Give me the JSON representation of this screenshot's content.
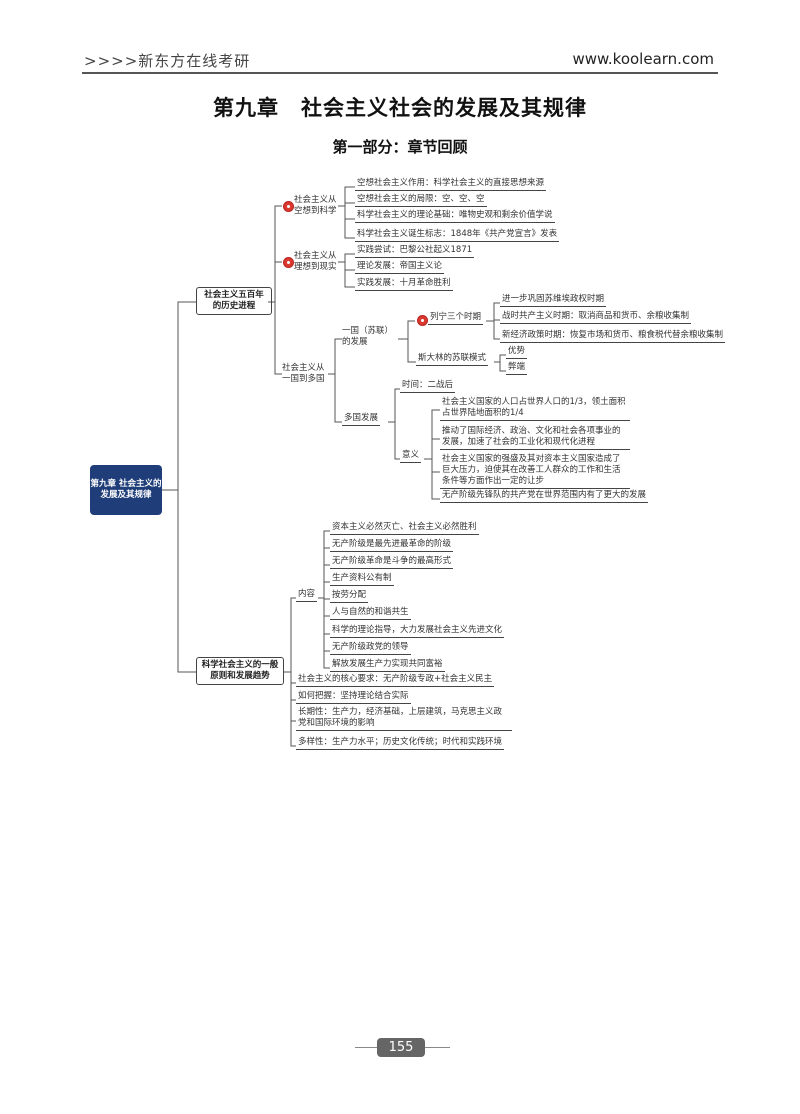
{
  "header": {
    "left": ">>>>新东方在线考研",
    "right": "www.koolearn.com"
  },
  "title": "第九章　社会主义社会的发展及其规律",
  "subtitle": "第一部分：章节回顾",
  "mindmap": {
    "root": "第九章 社会主义的发展及其规律",
    "b1": {
      "label": "社会主义五百年的历史进程",
      "k1": {
        "label": "社会主义从空想到科学",
        "items": [
          "空想社会主义作用：科学社会主义的直接思想来源",
          "空想社会主义的局限：空、空、空",
          "科学社会主义的理论基础：唯物史观和剩余价值学说",
          "科学社会主义诞生标志：1848年《共产党宣言》发表"
        ]
      },
      "k2": {
        "label": "社会主义从理想到现实",
        "items": [
          "实践尝试：巴黎公社起义1871",
          "理论发展：帝国主义论",
          "实践发展：十月革命胜利"
        ]
      },
      "k3": {
        "label": "社会主义从一国到多国",
        "one": {
          "label": "一国（苏联）的发展",
          "lenin": {
            "label": "列宁三个时期",
            "items": [
              "进一步巩固苏维埃政权时期",
              "战时共产主义时期：取消商品和货币、余粮收集制",
              "新经济政策时期：恢复市场和货币、粮食税代替余粮收集制"
            ]
          },
          "stalin": {
            "label": "斯大林的苏联模式",
            "items": [
              "优势",
              "弊端"
            ]
          }
        },
        "multi": {
          "label": "多国发展",
          "time": "时间：二战后",
          "sig": {
            "label": "意义",
            "items": [
              "社会主义国家的人口占世界人口的1/3，领土面积占世界陆地面积的1/4",
              "推动了国际经济、政治、文化和社会各项事业的发展，加速了社会的工业化和现代化进程",
              "社会主义国家的强盛及其对资本主义国家造成了巨大压力，迫使其在改善工人群众的工作和生活条件等方面作出一定的让步",
              "无产阶级先锋队的共产党在世界范围内有了更大的发展"
            ]
          }
        }
      }
    },
    "b2": {
      "label": "科学社会主义的一般原则和发展趋势",
      "content": {
        "label": "内容",
        "items": [
          "资本主义必然灭亡、社会主义必然胜利",
          "无产阶级是最先进最革命的阶级",
          "无产阶级革命是斗争的最高形式",
          "生产资料公有制",
          "按劳分配",
          "人与自然的和谐共生",
          "科学的理论指导，大力发展社会主义先进文化",
          "无产阶级政党的领导",
          "解放发展生产力实现共同富裕"
        ]
      },
      "others": [
        "社会主义的核心要求：无产阶级专政+社会主义民主",
        "如何把握：坚持理论结合实际",
        "长期性：生产力，经济基础，上层建筑，马克思主义政党和国际环境的影响",
        "多样性：生产力水平；历史文化传统；时代和实践环境"
      ]
    }
  },
  "page_number": "155"
}
